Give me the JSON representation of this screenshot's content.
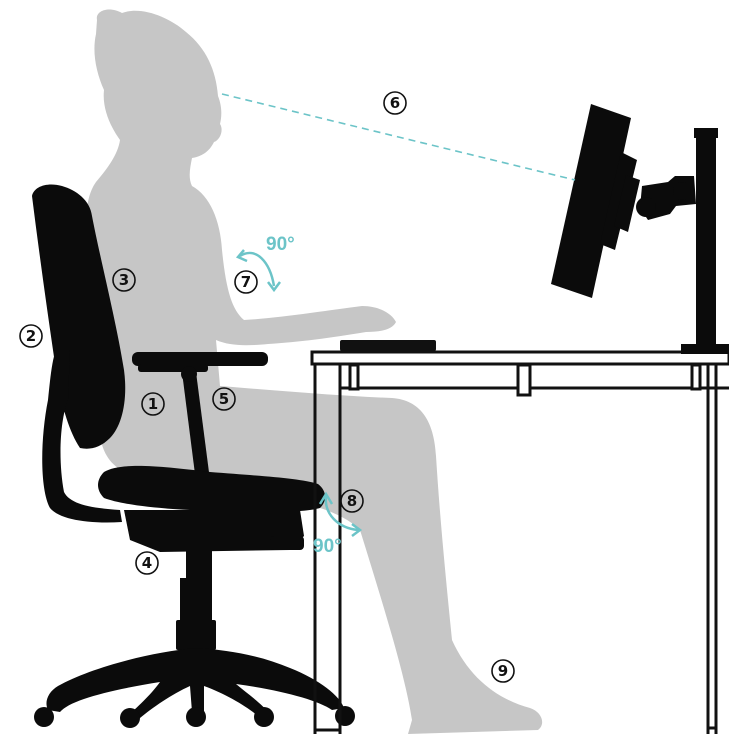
{
  "colors": {
    "silhouette": "#c6c6c6",
    "chair": "#0b0b0b",
    "desk_outline": "#111111",
    "accent": "#6cc4c8"
  },
  "labels": {
    "n1": "1",
    "n2": "2",
    "n3": "3",
    "n4": "4",
    "n5": "5",
    "n6": "6",
    "n7": "7",
    "n8": "8",
    "n9": "9"
  },
  "angles": {
    "elbow": "90°",
    "knee": "90°"
  }
}
